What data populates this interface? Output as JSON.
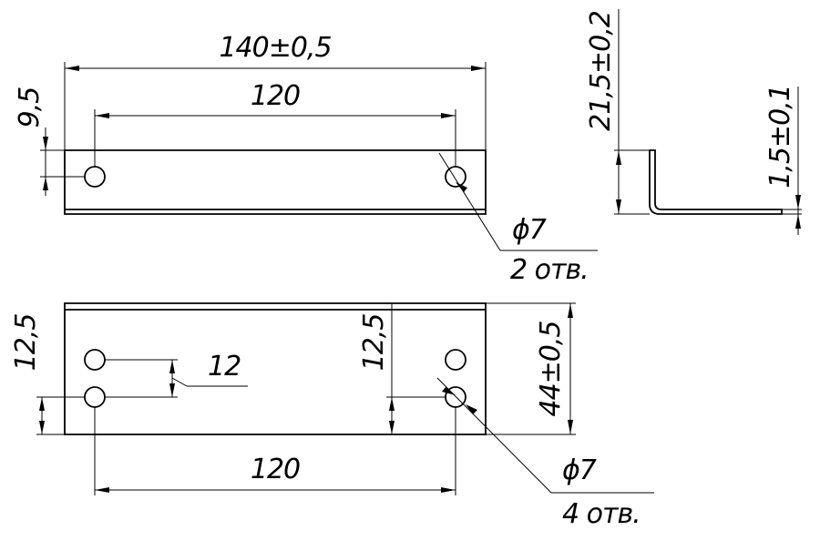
{
  "drawing": {
    "top_view": {
      "overall_length": "140±0,5",
      "hole_spacing": "120",
      "hole_offset": "9,5",
      "hole_diameter": "ϕ7",
      "hole_count": "2 отв."
    },
    "side_view": {
      "flange_height": "21,5±0,2",
      "thickness": "1,5±0,1"
    },
    "front_view": {
      "hole_offset_left": "12,5",
      "hole_pitch": "12",
      "hole_offset_right": "12,5",
      "width": "44±0,5",
      "hole_spacing": "120",
      "hole_diameter": "ϕ7",
      "hole_count": "4 отв."
    }
  }
}
